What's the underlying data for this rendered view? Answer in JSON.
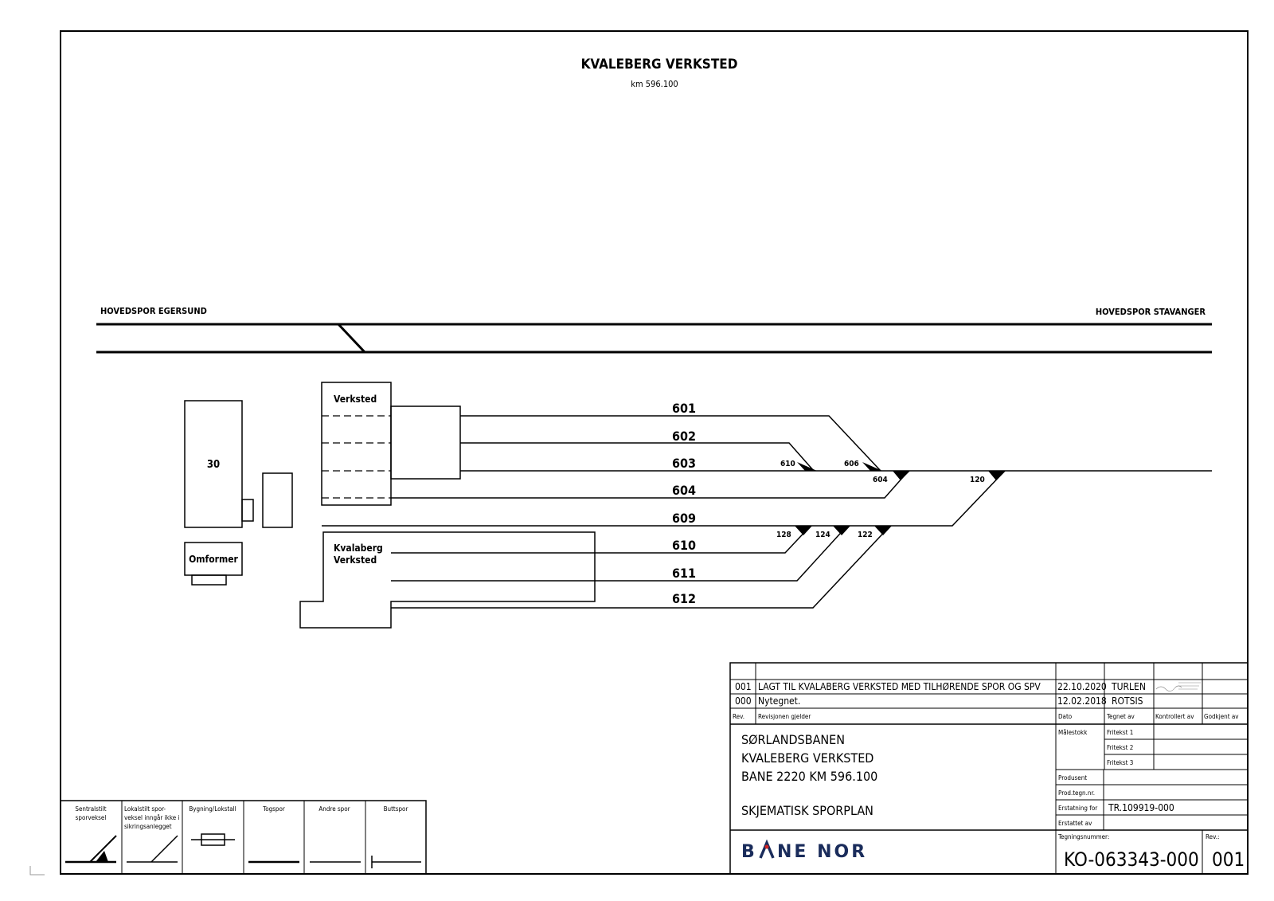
{
  "header": {
    "title": "KVALEBERG VERKSTED",
    "subtitle": "km 596.100"
  },
  "mainline": {
    "left_label": "HOVEDSPOR EGERSUND",
    "right_label": "HOVEDSPOR STAVANGER"
  },
  "buildings": {
    "building_30": "30",
    "omformer": "Omformer",
    "verksted": "Verksted",
    "kvaleberg_verksted_line1": "Kvalaberg",
    "kvaleberg_verksted_line2": "Verksted"
  },
  "tracks": [
    "601",
    "602",
    "603",
    "604",
    "609",
    "610",
    "611",
    "612"
  ],
  "switches": {
    "sw610": "610",
    "sw606": "606",
    "sw604": "604",
    "sw120": "120",
    "sw128": "128",
    "sw124": "124",
    "sw122": "122"
  },
  "legend": {
    "items": [
      {
        "label1": "Sentralstilt",
        "label2": "sporveksel",
        "label3": ""
      },
      {
        "label1": "Lokalstilt spor-",
        "label2": "veksel inngår ikke i",
        "label3": "sikringsanlegget"
      },
      {
        "label1": "Bygning/Lokstall",
        "label2": "",
        "label3": ""
      },
      {
        "label1": "Togspor",
        "label2": "",
        "label3": ""
      },
      {
        "label1": "Andre spor",
        "label2": "",
        "label3": ""
      },
      {
        "label1": "Buttspor",
        "label2": "",
        "label3": ""
      }
    ]
  },
  "title_block": {
    "revisions": [
      {
        "rev": "001",
        "text": "LAGT TIL KVALABERG VERKSTED MED TILHØRENDE SPOR OG SPV",
        "date": "22.10.2020",
        "drawn_by": "TURLEN"
      },
      {
        "rev": "000",
        "text": "Nytegnet.",
        "date": "12.02.2018",
        "drawn_by": "ROTSIS"
      }
    ],
    "col_rev": "Rev.",
    "col_revision": "Revisjonen gjelder",
    "col_date": "Dato",
    "col_drawn": "Tegnet av",
    "col_checked": "Kontrollert av",
    "col_approved": "Godkjent av",
    "project_line1": "SØRLANDSBANEN",
    "project_line2": "KVALEBERG VERKSTED",
    "project_line3": "BANE 2220  KM 596.100",
    "project_line4": "SKJEMATISK SPORPLAN",
    "scale_label": "Målestokk",
    "free_text_1": "Fritekst 1",
    "free_text_2": "Fritekst 2",
    "free_text_3": "Fritekst 3",
    "producer_label": "Produsent",
    "prod_drawing_label": "Prod.tegn.nr.",
    "replacement_for_label": "Erstatning for",
    "replacement_for_value": "TR.109919-000",
    "replaced_by_label": "Erstattet av",
    "drawing_number_label": "Tegningsnummer:",
    "drawing_number": "KO-063343-000",
    "rev_label": "Rev.:",
    "rev_value": "001",
    "logo_text": "BANE NOR"
  }
}
